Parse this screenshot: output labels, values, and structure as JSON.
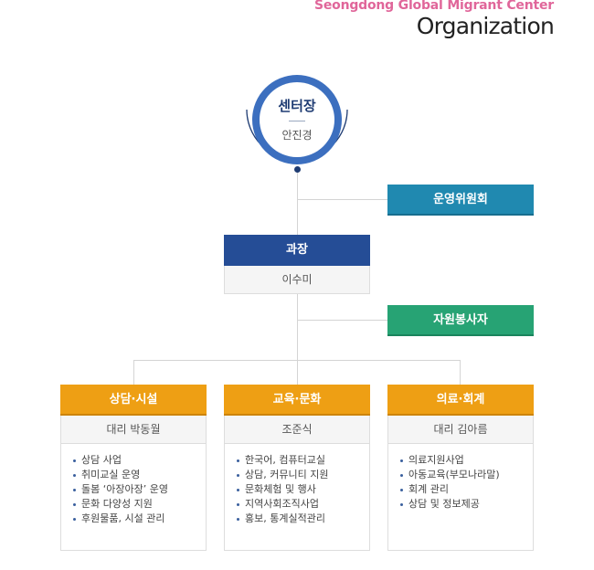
{
  "header": {
    "subtitle": "Seongdong Global Migrant Center",
    "title": "Organization"
  },
  "director": {
    "role": "센터장",
    "name": "안진경"
  },
  "committee": {
    "label": "운영위원회",
    "color": "#2089b0"
  },
  "manager": {
    "role": "과장",
    "name": "이수미",
    "color": "#254d96"
  },
  "volunteers": {
    "label": "자원봉사자",
    "color": "#27a374"
  },
  "departments": [
    {
      "title": "상담·시설",
      "staff": "대리 박동월",
      "duties": [
        "상담 사업",
        "취미교실 운영",
        "돌봄 ‘아장아장’ 운영",
        "문화 다양성 지원",
        "후원물품, 시설 관리"
      ]
    },
    {
      "title": "교육·문화",
      "staff": "조준식",
      "duties": [
        "한국어, 컴퓨터교실",
        "상담, 커뮤니티 지원",
        "문화체험 및 행사",
        "지역사회조직사업",
        "홍보, 통계실적관리"
      ]
    },
    {
      "title": "의료·회계",
      "staff": "대리 김아름",
      "duties": [
        "의료지원사업",
        "아동교육(부모나라말)",
        "회계 관리",
        "상담 및 정보제공"
      ]
    }
  ],
  "colors": {
    "department_header": "#ee9f14",
    "director_ring": "#3c6fbf",
    "accent_pink": "#e0669a"
  }
}
